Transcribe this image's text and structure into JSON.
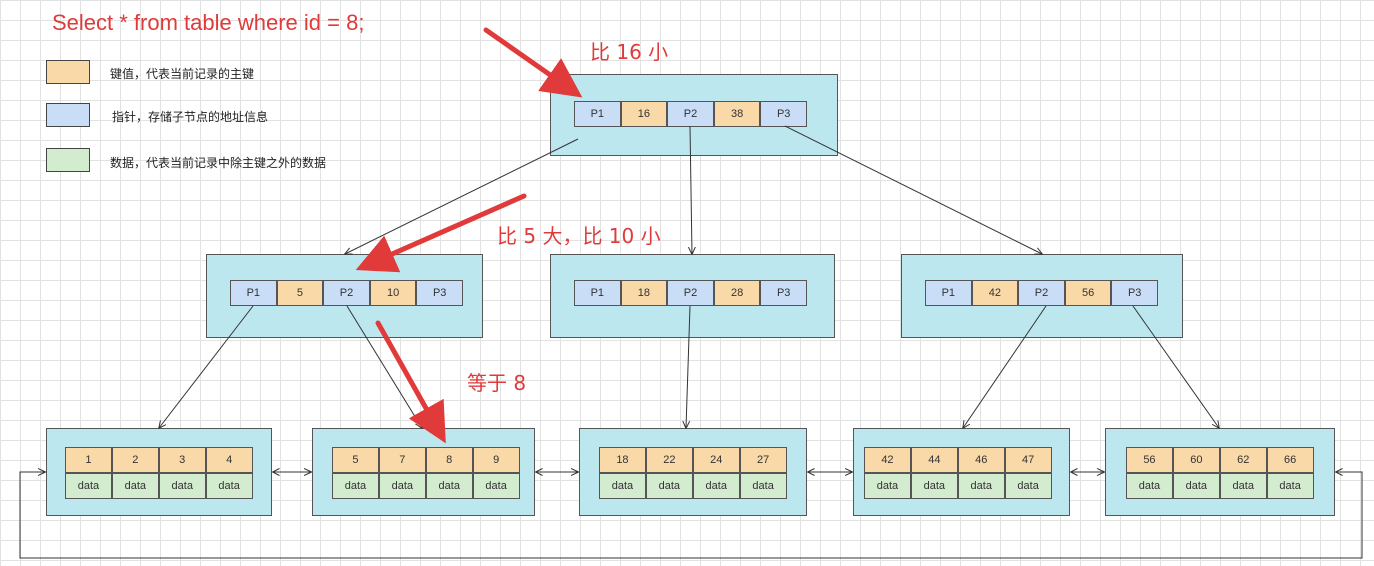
{
  "title": "Select * from table where id = 8;",
  "legend": [
    {
      "label": "键值，代表当前记录的主键",
      "color": "#fad9a8"
    },
    {
      "label": "指针，存储子节点的地址信息",
      "color": "#c9ddf7"
    },
    {
      "label": "数据，代表当前记录中除主键之外的数据",
      "color": "#d3ebcf"
    }
  ],
  "root": {
    "cells": [
      "P1",
      "16",
      "P2",
      "38",
      "P3"
    ]
  },
  "internal": [
    {
      "cells": [
        "P1",
        "5",
        "P2",
        "10",
        "P3"
      ]
    },
    {
      "cells": [
        "P1",
        "18",
        "P2",
        "28",
        "P3"
      ]
    },
    {
      "cells": [
        "P1",
        "42",
        "P2",
        "56",
        "P3"
      ]
    }
  ],
  "leaves": [
    {
      "keys": [
        "1",
        "2",
        "3",
        "4"
      ],
      "data": [
        "data",
        "data",
        "data",
        "data"
      ]
    },
    {
      "keys": [
        "5",
        "7",
        "8",
        "9"
      ],
      "data": [
        "data",
        "data",
        "data",
        "data"
      ]
    },
    {
      "keys": [
        "18",
        "22",
        "24",
        "27"
      ],
      "data": [
        "data",
        "data",
        "data",
        "data"
      ]
    },
    {
      "keys": [
        "42",
        "44",
        "46",
        "47"
      ],
      "data": [
        "data",
        "data",
        "data",
        "data"
      ]
    },
    {
      "keys": [
        "56",
        "60",
        "62",
        "66"
      ],
      "data": [
        "data",
        "data",
        "data",
        "data"
      ]
    }
  ],
  "annotations": {
    "step1": "比 16 小",
    "step2": "比 5 大，比 10 小",
    "step3": "等于 8"
  },
  "colors": {
    "highlight": "#e03a3a",
    "node": "#bde7ef"
  }
}
